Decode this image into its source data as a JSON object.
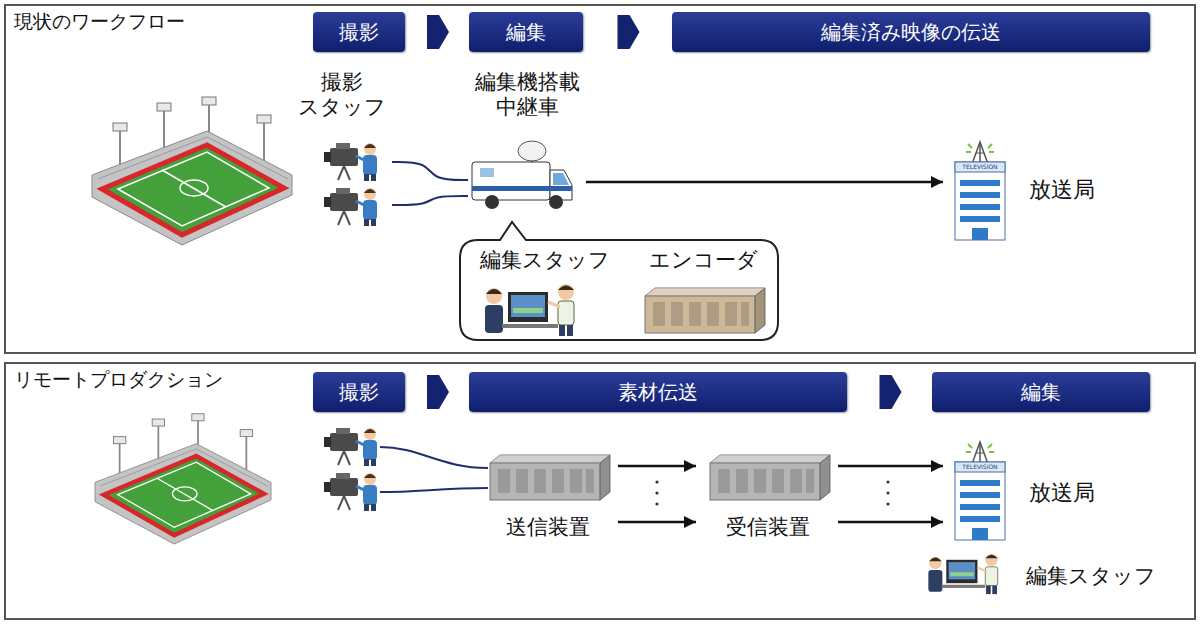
{
  "diagram": {
    "nodes": [
      {
        "text": [
          "現状のワークフロー"
        ]
      },
      {
        "text": [
          "撮影"
        ],
        "in": 0
      },
      {
        "text": [
          "編集"
        ],
        "in": 0
      },
      {
        "text": [
          "編集済み映像の伝送"
        ],
        "in": 0
      },
      {
        "text": [
          "撮影 スタッフ"
        ],
        "in": 0
      },
      {
        "text": [
          "編集機搭載 中継車"
        ],
        "in": 0
      },
      {
        "text": [
          "編集スタッフ",
          "エンコーダ"
        ],
        "in": 0
      },
      {
        "text": [
          "放送局"
        ],
        "in": 0
      },
      {
        "text": [
          "リモートプロダクション"
        ]
      },
      {
        "text": [
          "撮影"
        ],
        "in": 8
      },
      {
        "text": [
          "素材伝送"
        ],
        "in": 8
      },
      {
        "text": [
          "編集"
        ],
        "in": 8
      },
      {
        "text": [
          "送信装置"
        ],
        "in": 8
      },
      {
        "text": [
          "受信装置"
        ],
        "in": 8
      },
      {
        "text": [
          "放送局"
        ],
        "in": 8
      }
    ],
    "edges": [
      {
        "from": 1,
        "to": 2,
        "arrow": "to"
      },
      {
        "from": 2,
        "to": 3,
        "arrow": "to"
      },
      {
        "from": 4,
        "to": 5,
        "arrow": "none"
      },
      {
        "from": 4,
        "to": 5,
        "arrow": "none"
      },
      {
        "from": 5,
        "to": 7,
        "arrow": "to"
      },
      {
        "from": 9,
        "to": 10,
        "arrow": "to"
      },
      {
        "from": 10,
        "to": 11,
        "arrow": "to"
      },
      {
        "from": 12,
        "to": 13,
        "arrow": "to"
      },
      {
        "from": 12,
        "to": 13,
        "arrow": "to"
      },
      {
        "from": 13,
        "to": 14,
        "arrow": "to"
      },
      {
        "from": 13,
        "to": 14,
        "arrow": "to"
      }
    ],
    "labels": [
      "TELEVISION",
      "TELEVISION",
      "編集スタッフ"
    ]
  }
}
